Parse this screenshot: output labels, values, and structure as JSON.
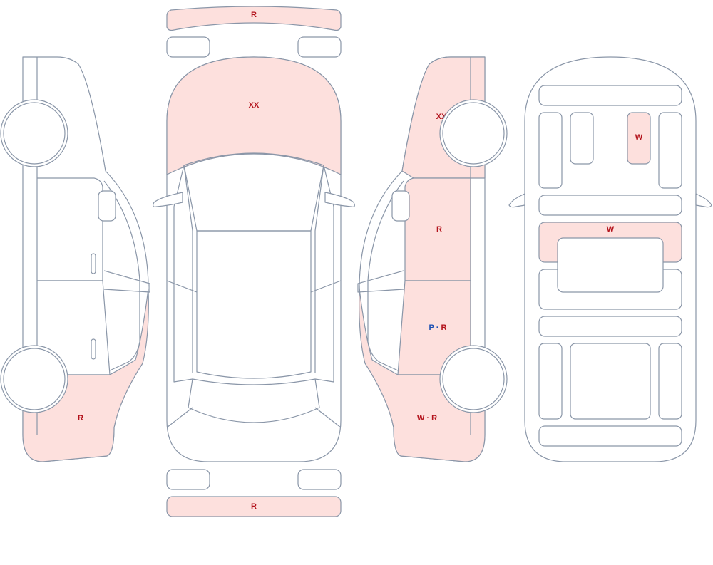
{
  "labels": {
    "rear_bumper_top": "R",
    "hood": "XX",
    "left_rear_quarter": "R",
    "right_front_fender": "XX",
    "right_front_door": "R",
    "right_rear_door_blue": "P",
    "right_rear_door_sep": "·",
    "right_rear_door_red": "R",
    "right_rear_quarter": "W · R",
    "interior_seat": "W",
    "interior_panel": "W",
    "front_bumper_bottom": "R"
  },
  "colors": {
    "outline": "#8a96a8",
    "highlight_fill": "#fde0dd",
    "label_red": "#b3121b",
    "label_blue": "#1b4fb3"
  }
}
